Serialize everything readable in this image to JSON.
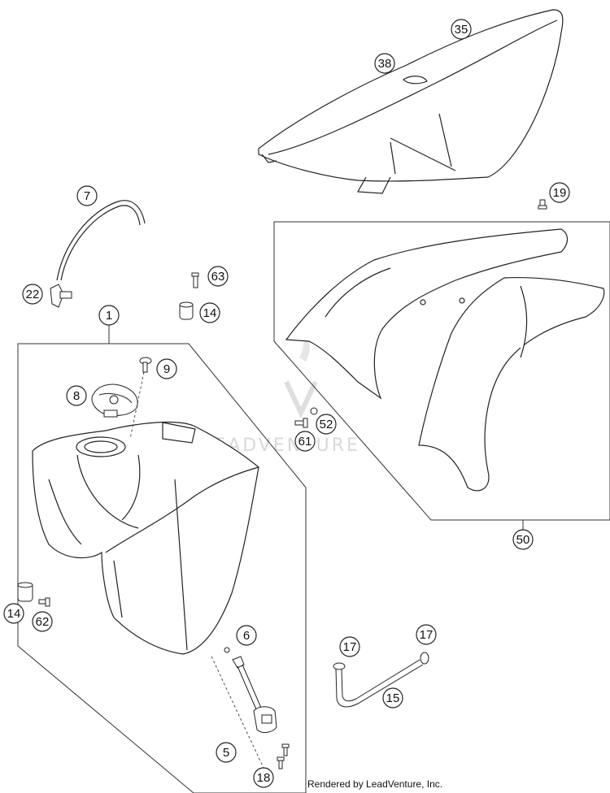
{
  "watermark": "LEADVENTURE",
  "footer": "Rendered by LeadVenture, Inc.",
  "callouts": {
    "c35": "35",
    "c38": "38",
    "c19": "19",
    "c7": "7",
    "c22": "22",
    "c63": "63",
    "c14a": "14",
    "c1": "1",
    "c9": "9",
    "c8": "8",
    "c52": "52",
    "c61": "61",
    "c50": "50",
    "c14b": "14",
    "c62": "62",
    "c6": "6",
    "c17a": "17",
    "c17b": "17",
    "c15": "15",
    "c5": "5",
    "c18": "18"
  }
}
